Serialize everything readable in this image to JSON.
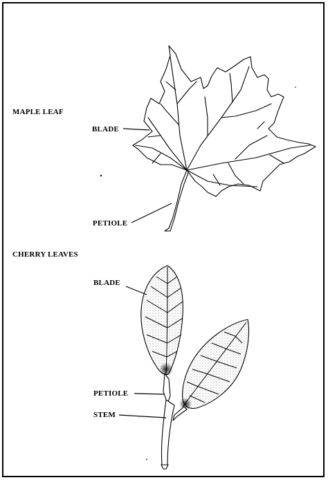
{
  "maple": {
    "title": "MAPLE LEAF",
    "labels": {
      "blade": "BLADE",
      "petiole": "PETIOLE"
    }
  },
  "cherry": {
    "title": "CHERRY LEAVES",
    "labels": {
      "blade": "BLADE",
      "petiole": "PETIOLE",
      "stem": "STEM"
    }
  },
  "colors": {
    "ink": "#000000",
    "paper": "#ffffff",
    "stipple": "#555555"
  }
}
